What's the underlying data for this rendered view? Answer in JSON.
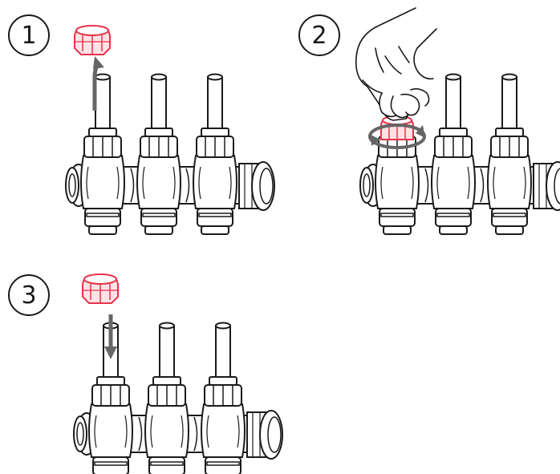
{
  "steps": [
    {
      "number": "1",
      "action": "remove-cap"
    },
    {
      "number": "2",
      "action": "rotate-cap"
    },
    {
      "number": "3",
      "action": "refit-cap"
    }
  ],
  "colors": {
    "outline": "#1a1a1a",
    "cap": "#e8334a",
    "cap_fill": "#fde3e6",
    "arrow": "#666666"
  },
  "icons": [
    "manifold-icon",
    "protective-cap-icon",
    "arrow-up-icon",
    "arrow-down-icon",
    "rotate-arrow-icon",
    "hand-icon"
  ]
}
